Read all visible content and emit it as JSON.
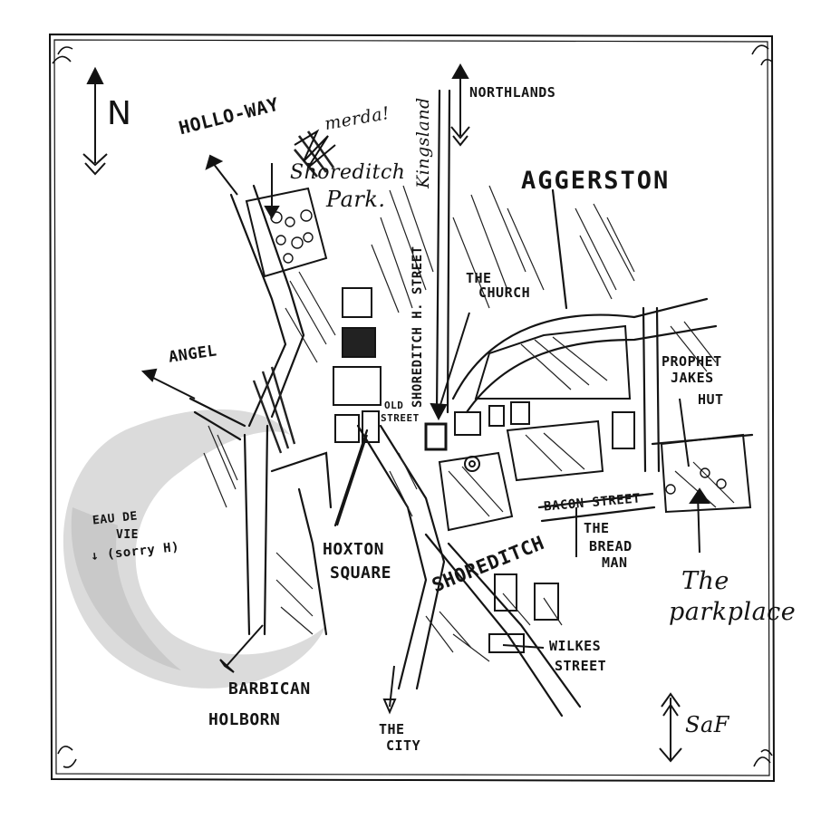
{
  "map": {
    "compass": {
      "north_label": "N"
    },
    "labels": {
      "holloway": "HOLLO-WAY",
      "merda": "merda!",
      "shoreditch_park_line1": "Shoreditch",
      "shoreditch_park_line2": "Park.",
      "kingsland": "Kingsland",
      "northlands": "NORTHLANDS",
      "aggerston": "AGGERSTON",
      "the_church_line1": "THE",
      "the_church_line2": "CHURCH",
      "shoreditch_high_street": "SHOREDITCH H. STREET",
      "angel": "ANGEL",
      "prophet_line1": "PROPHET",
      "prophet_line2": "JAKES",
      "prophet_line3": "HUT",
      "old_street_line1": "OLD",
      "old_street_line2": "STREET",
      "eau_de_vie_line1": "EAU DE",
      "eau_de_vie_line2": "VIE",
      "eau_de_vie_line3": "↓ (sorry H)",
      "bacon_street": "BACON STREET",
      "bread_man_line1": "THE",
      "bread_man_line2": "BREAD",
      "bread_man_line3": "MAN",
      "hoxton_line1": "HOXTON",
      "hoxton_line2": "SQUARE",
      "shoreditch": "SHOREDITCH",
      "parkplace_line1": "The",
      "parkplace_line2": "parkplace",
      "wilkes_line1": "WILKES",
      "wilkes_line2": "STREET",
      "barbican_line1": "BARBICAN",
      "barbican_line2": "HOLBORN",
      "the_city_line1": "THE",
      "the_city_line2": "CITY",
      "signature": "SaF"
    }
  }
}
